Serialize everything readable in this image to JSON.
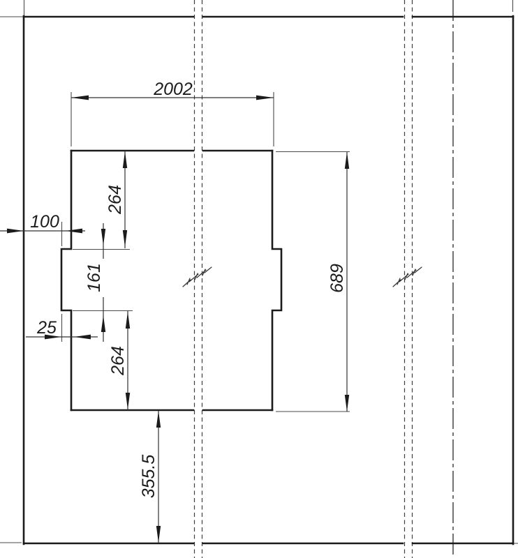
{
  "drawing": {
    "type": "cad-flat-pattern-technical-drawing",
    "colors": {
      "background": "#ffffff",
      "outline": "#1b1b1b",
      "dimension_lines": "#303030",
      "fold_lines": "#3d3d3d",
      "centerline": "#262626"
    },
    "dimension_labels": {
      "top_width": "2002",
      "left_offset": "100",
      "notch_depth": "25",
      "notch_height": "161",
      "upper_edge": "264",
      "lower_edge": "264",
      "right_height": "689",
      "bottom_offset": "355.5"
    }
  }
}
